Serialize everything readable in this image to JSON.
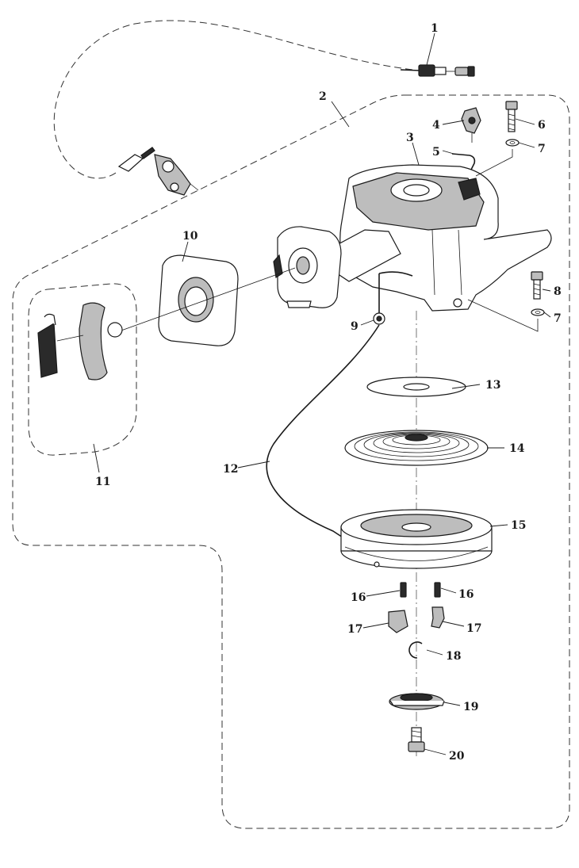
{
  "diagram": {
    "callouts": [
      {
        "id": "1",
        "text": "1"
      },
      {
        "id": "2",
        "text": "2"
      },
      {
        "id": "3",
        "text": "3"
      },
      {
        "id": "4",
        "text": "4"
      },
      {
        "id": "5",
        "text": "5"
      },
      {
        "id": "6",
        "text": "6"
      },
      {
        "id": "7a",
        "text": "7"
      },
      {
        "id": "7b",
        "text": "7"
      },
      {
        "id": "8",
        "text": "8"
      },
      {
        "id": "9",
        "text": "9"
      },
      {
        "id": "10",
        "text": "10"
      },
      {
        "id": "11",
        "text": "11"
      },
      {
        "id": "12",
        "text": "12"
      },
      {
        "id": "13",
        "text": "13"
      },
      {
        "id": "14",
        "text": "14"
      },
      {
        "id": "15",
        "text": "15"
      },
      {
        "id": "16a",
        "text": "16"
      },
      {
        "id": "16b",
        "text": "16"
      },
      {
        "id": "17a",
        "text": "17"
      },
      {
        "id": "17b",
        "text": "17"
      },
      {
        "id": "18",
        "text": "18"
      },
      {
        "id": "19",
        "text": "19"
      },
      {
        "id": "20",
        "text": "20"
      }
    ]
  }
}
